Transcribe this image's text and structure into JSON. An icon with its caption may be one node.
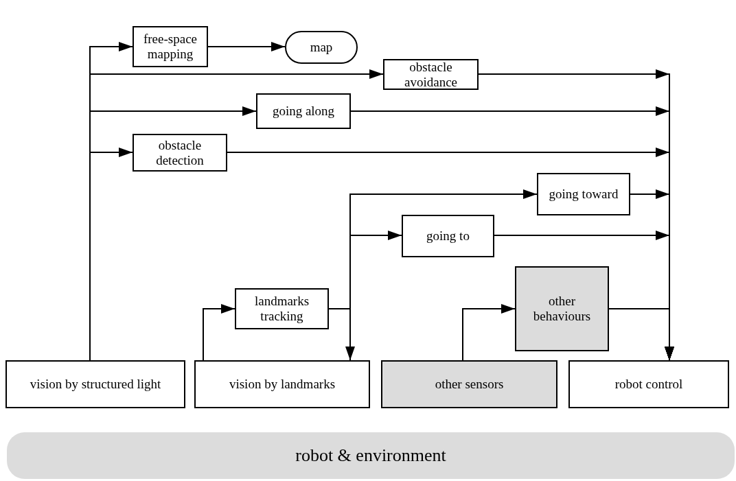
{
  "diagram": {
    "nodes": [
      {
        "text": [
          "free-space mapping"
        ]
      },
      {
        "text": [
          "map"
        ]
      },
      {
        "text": [
          "obstacle avoidance"
        ]
      },
      {
        "text": [
          "going along"
        ]
      },
      {
        "text": [
          "obstacle detection"
        ]
      },
      {
        "text": [
          "going toward"
        ]
      },
      {
        "text": [
          "going to"
        ]
      },
      {
        "text": [
          "landmarks tracking"
        ]
      },
      {
        "text": [
          "other behaviours"
        ]
      },
      {
        "text": [
          "vision by structured light"
        ]
      },
      {
        "text": [
          "vision by landmarks"
        ]
      },
      {
        "text": [
          "other sensors"
        ]
      },
      {
        "text": [
          "robot control"
        ]
      },
      {
        "text": [
          "robot & environment"
        ]
      }
    ],
    "edges": [
      {
        "from": 9,
        "to": 0,
        "arrow": "to"
      },
      {
        "from": 9,
        "to": 2,
        "arrow": "to"
      },
      {
        "from": 9,
        "to": 3,
        "arrow": "to"
      },
      {
        "from": 9,
        "to": 4,
        "arrow": "to"
      },
      {
        "from": 0,
        "to": 1,
        "arrow": "to"
      },
      {
        "from": 10,
        "to": 7,
        "arrow": "to"
      },
      {
        "from": 7,
        "to": 10,
        "arrow": "to"
      },
      {
        "from": 7,
        "to": 5,
        "arrow": "to"
      },
      {
        "from": 7,
        "to": 6,
        "arrow": "to"
      },
      {
        "from": 11,
        "to": 8,
        "arrow": "to"
      },
      {
        "from": 2,
        "to": 12,
        "arrow": "to"
      },
      {
        "from": 3,
        "to": 12,
        "arrow": "to"
      },
      {
        "from": 4,
        "to": 12,
        "arrow": "to"
      },
      {
        "from": 5,
        "to": 12,
        "arrow": "to"
      },
      {
        "from": 6,
        "to": 12,
        "arrow": "to"
      },
      {
        "from": 8,
        "to": 12,
        "arrow": "to"
      }
    ]
  }
}
